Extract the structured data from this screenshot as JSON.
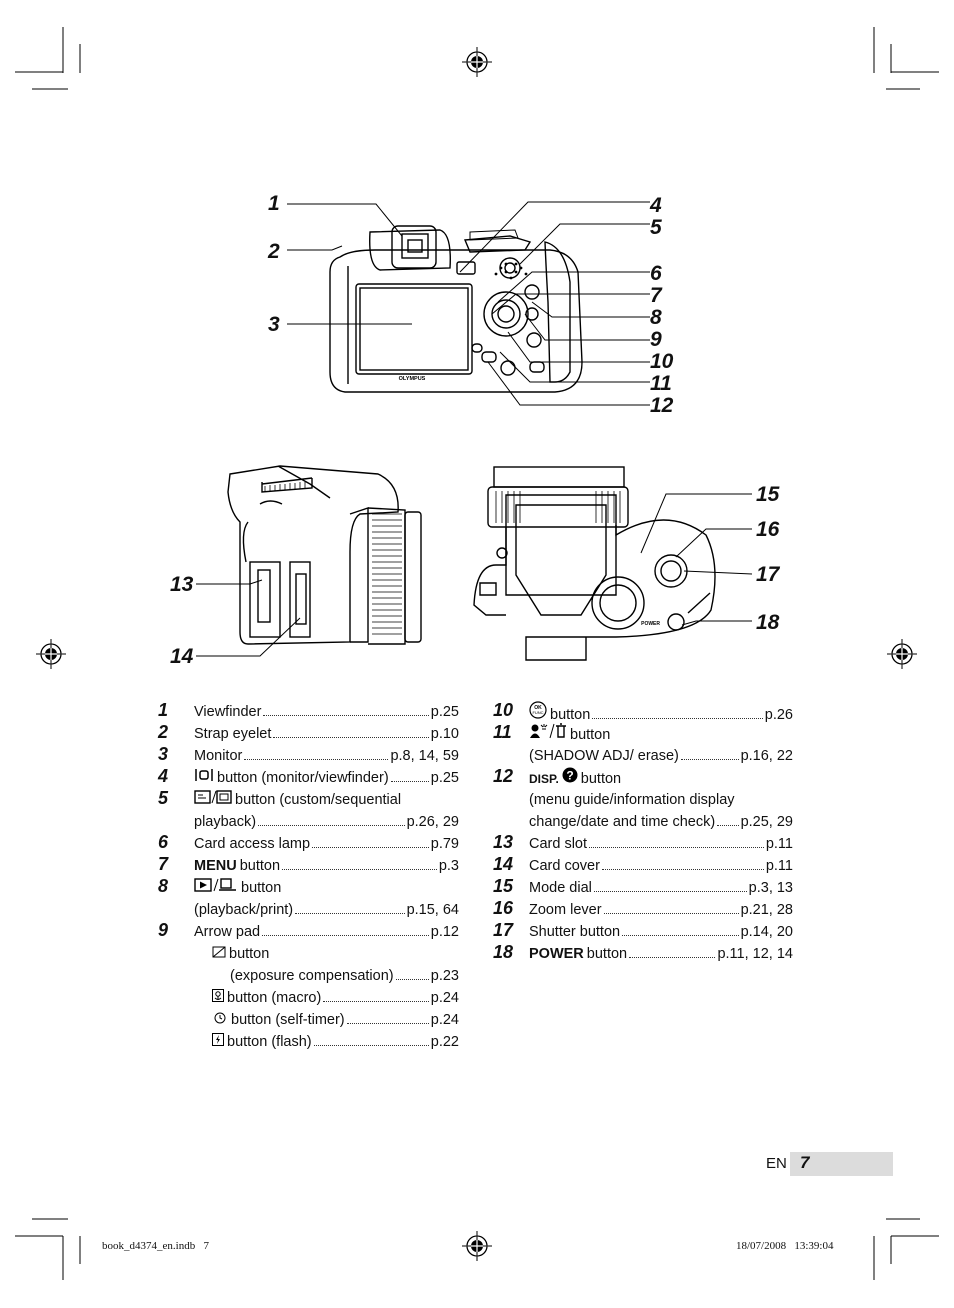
{
  "callouts": [
    "1",
    "2",
    "3",
    "4",
    "5",
    "6",
    "7",
    "8",
    "9",
    "10",
    "11",
    "12",
    "13",
    "14",
    "15",
    "16",
    "17",
    "18"
  ],
  "camera_labels": {
    "brand": "OLYMPUS",
    "power": "POWER"
  },
  "items_left": [
    {
      "num": "1",
      "text": "Viewfinder",
      "page": "p.25"
    },
    {
      "num": "2",
      "text": "Strap eyelet",
      "page": "p.10"
    },
    {
      "num": "3",
      "text": "Monitor",
      "page": "p.8, 14, 59"
    },
    {
      "num": "4",
      "pre_icon": "monitor-viewfinder-icon",
      "text": "button (monitor/viewfinder)",
      "page": "p.25"
    },
    {
      "num": "5",
      "pre_icon": "custom-sequential-icon",
      "text": "button (custom/sequential"
    },
    {
      "text": "playback)",
      "page": "p.26, 29"
    },
    {
      "num": "6",
      "text": "Card access lamp",
      "page": "p.79"
    },
    {
      "num": "7",
      "bold_prefix": "MENU",
      "text": "button",
      "page": "p.3"
    },
    {
      "num": "8",
      "pre_icon": "playback-print-icon",
      "text": "button"
    },
    {
      "text": "(playback/print)",
      "page": "p.15, 64"
    },
    {
      "num": "9",
      "text": "Arrow pad",
      "page": "p.12"
    },
    {
      "pre_icon": "exposure-icon",
      "text": "button",
      "indent": 1
    },
    {
      "text": "(exposure compensation)",
      "page": "p.23",
      "indent": 2
    },
    {
      "pre_icon": "macro-icon",
      "text": "button (macro)",
      "page": "p.24",
      "indent": 1
    },
    {
      "pre_icon": "self-timer-icon",
      "text": "button (self-timer)",
      "page": "p.24",
      "indent": 1
    },
    {
      "pre_icon": "flash-icon",
      "text": "button (flash)",
      "page": "p.22",
      "indent": 1
    }
  ],
  "items_right": [
    {
      "num": "10",
      "pre_icon": "ok-func-icon",
      "text": "button",
      "page": "p.26"
    },
    {
      "num": "11",
      "pre_icon": "shadow-erase-icon",
      "text": "button"
    },
    {
      "text": "(SHADOW ADJ/ erase)",
      "page": "p.16, 22"
    },
    {
      "num": "12",
      "bold_prefix": "DISP.",
      "pre_icon": "help-icon",
      "text": "button"
    },
    {
      "text": "(menu guide/information display"
    },
    {
      "text": "change/date and time check)",
      "page": "p.25, 29"
    },
    {
      "num": "13",
      "text": "Card slot",
      "page": "p.11"
    },
    {
      "num": "14",
      "text": "Card cover",
      "page": "p.11"
    },
    {
      "num": "15",
      "text": "Mode dial",
      "page": "p.3, 13"
    },
    {
      "num": "16",
      "text": "Zoom lever",
      "page": "p.21, 28"
    },
    {
      "num": "17",
      "text": "Shutter button",
      "page": "p.14, 20"
    },
    {
      "num": "18",
      "bold_prefix": "POWER",
      "text": "button",
      "page": "p.11, 12, 14"
    }
  ],
  "page_label": {
    "lang": "EN",
    "number": "7"
  },
  "footer": {
    "file": "book_d4374_en.indb   7",
    "date": "18/07/2008   13:39:04"
  }
}
